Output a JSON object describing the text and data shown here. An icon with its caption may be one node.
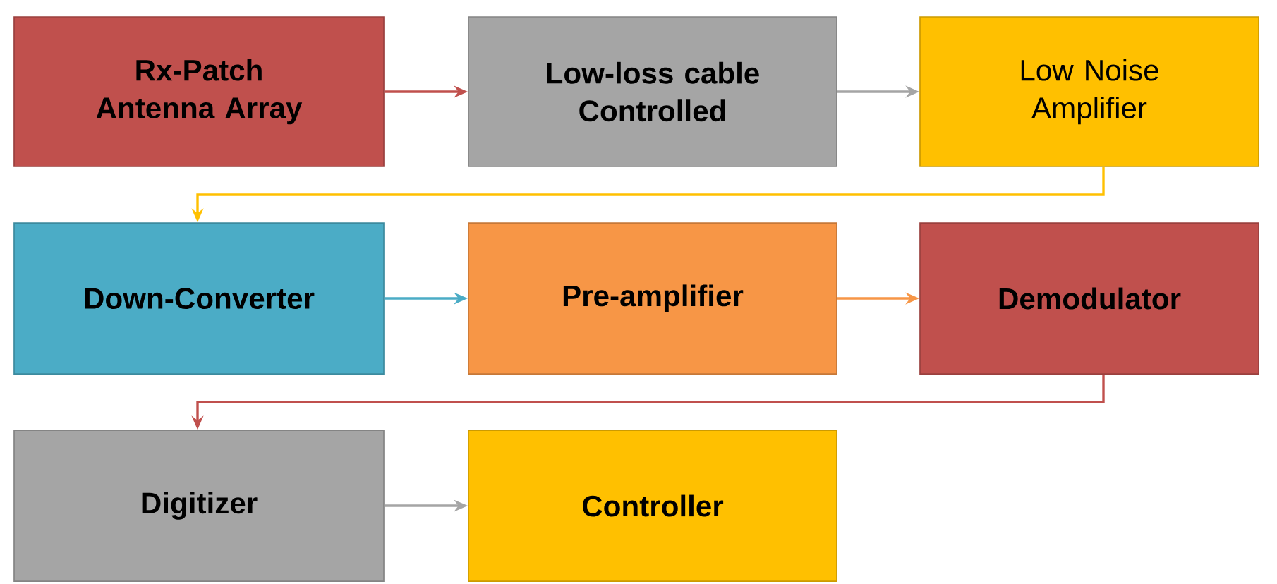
{
  "diagram": {
    "nodes": [
      {
        "text": [
          "Rx-Patch Antenna Array"
        ]
      },
      {
        "text": [
          "Low-loss cable Controlled"
        ]
      },
      {
        "text": [
          "Low Noise Amplifier"
        ]
      },
      {
        "text": [
          "Down-Converter"
        ]
      },
      {
        "text": [
          "Pre-amplifier"
        ]
      },
      {
        "text": [
          "Demodulator"
        ]
      },
      {
        "text": [
          "Digitizer"
        ]
      },
      {
        "text": [
          "Controller"
        ]
      }
    ],
    "edges": [
      {
        "from": 0,
        "to": 1,
        "arrow": "to",
        "color": "#c0504d"
      },
      {
        "from": 1,
        "to": 2,
        "arrow": "to",
        "color": "#a5a5a5"
      },
      {
        "from": 2,
        "to": 3,
        "arrow": "to",
        "color": "#ffc000"
      },
      {
        "from": 3,
        "to": 4,
        "arrow": "to",
        "color": "#4bacc6"
      },
      {
        "from": 4,
        "to": 5,
        "arrow": "to",
        "color": "#f79646"
      },
      {
        "from": 5,
        "to": 6,
        "arrow": "to",
        "color": "#c0504d"
      },
      {
        "from": 6,
        "to": 7,
        "arrow": "to",
        "color": "#a5a5a5"
      }
    ]
  }
}
